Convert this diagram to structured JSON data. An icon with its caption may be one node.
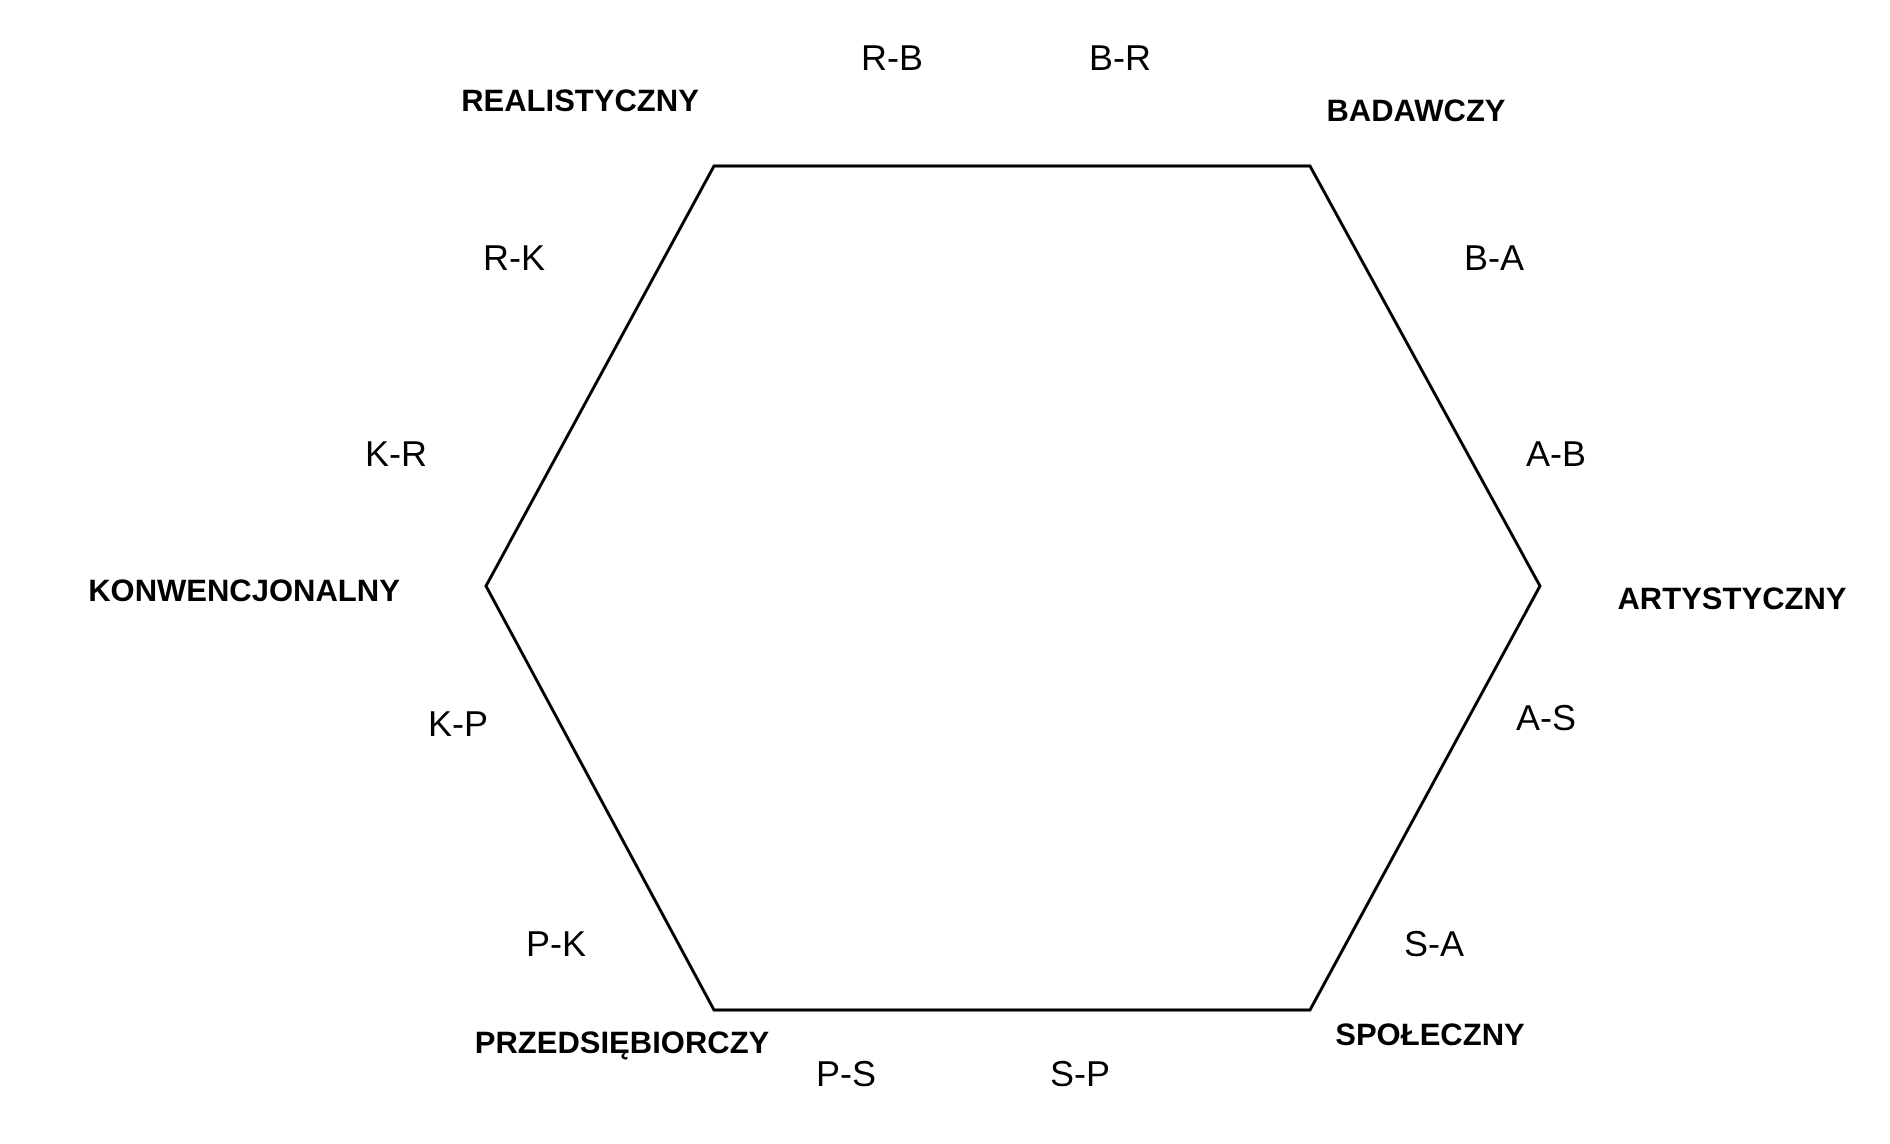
{
  "diagram": {
    "labels": [
      "R-B",
      "B-R",
      "REALISTYCZNY",
      "BADAWCZY",
      "R-K",
      "B-A",
      "K-R",
      "A-B",
      "KONWENCJONALNY",
      "ARTYSTYCZNY",
      "K-P",
      "A-S",
      "P-K",
      "S-A",
      "PRZEDSIĘBIORCZY",
      "SPOŁECZNY",
      "P-S",
      "S-P"
    ]
  }
}
